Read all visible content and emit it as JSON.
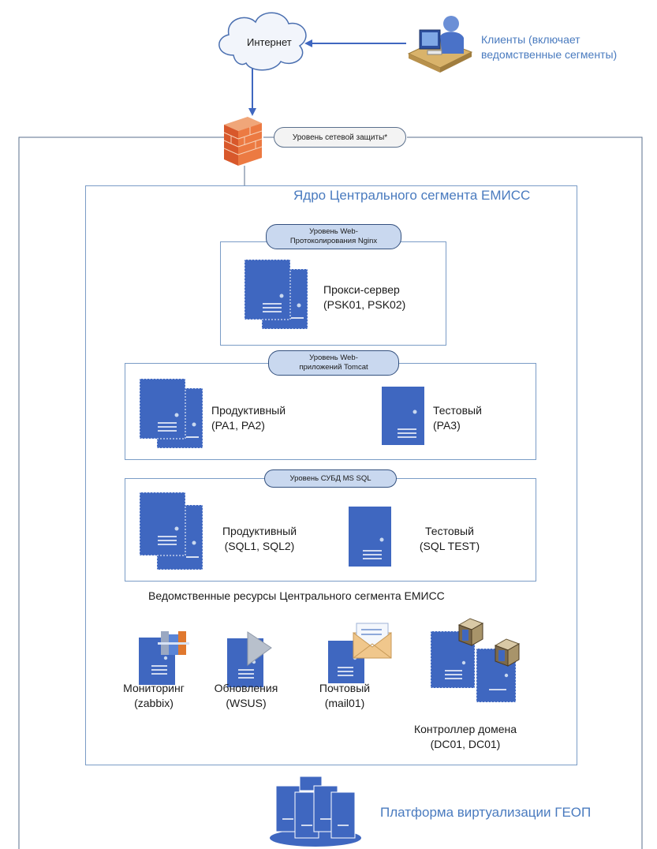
{
  "internet": "Интернет",
  "clients": {
    "line1": "Клиенты (включает",
    "line2": "ведомственные сегменты)"
  },
  "firewall_label": "Уровень сетевой защиты*",
  "core_title": "Ядро Центрального сегмента ЕМИСС",
  "nginx_level": {
    "line1": "Уровень Web-",
    "line2": "Протоколирования Nginx"
  },
  "proxy": {
    "name": "Прокси-сервер",
    "hosts": "(PSK01, PSK02)"
  },
  "tomcat_level": {
    "line1": "Уровень Web-",
    "line2": "приложений Tomcat"
  },
  "tomcat_prod": {
    "name": "Продуктивный",
    "hosts": "(PA1, PA2)"
  },
  "tomcat_test": {
    "name": "Тестовый",
    "hosts": "(PA3)"
  },
  "sql_level": "Уровень СУБД MS SQL",
  "sql_prod": {
    "name": "Продуктивный",
    "hosts": "(SQL1, SQL2)"
  },
  "sql_test": {
    "name": "Тестовый",
    "hosts": "(SQL TEST)"
  },
  "dept_resources": "Ведомственные ресурсы Центрального сегмента ЕМИСС",
  "monitoring": {
    "name": "Мониторинг",
    "hosts": "(zabbix)"
  },
  "updates": {
    "name": "Обновления",
    "hosts": "(WSUS)"
  },
  "mail": {
    "name": "Почтовый",
    "hosts": "(mail01)"
  },
  "dc": {
    "name": "Контроллер домена",
    "hosts": "(DC01, DC01)"
  },
  "platform": "Платформа виртуализации ГЕОП",
  "colors": {
    "server": "#3f67c0",
    "accent": "#4a7bbf",
    "pill": "#c9d8ef",
    "line": "#7a9cc6"
  }
}
